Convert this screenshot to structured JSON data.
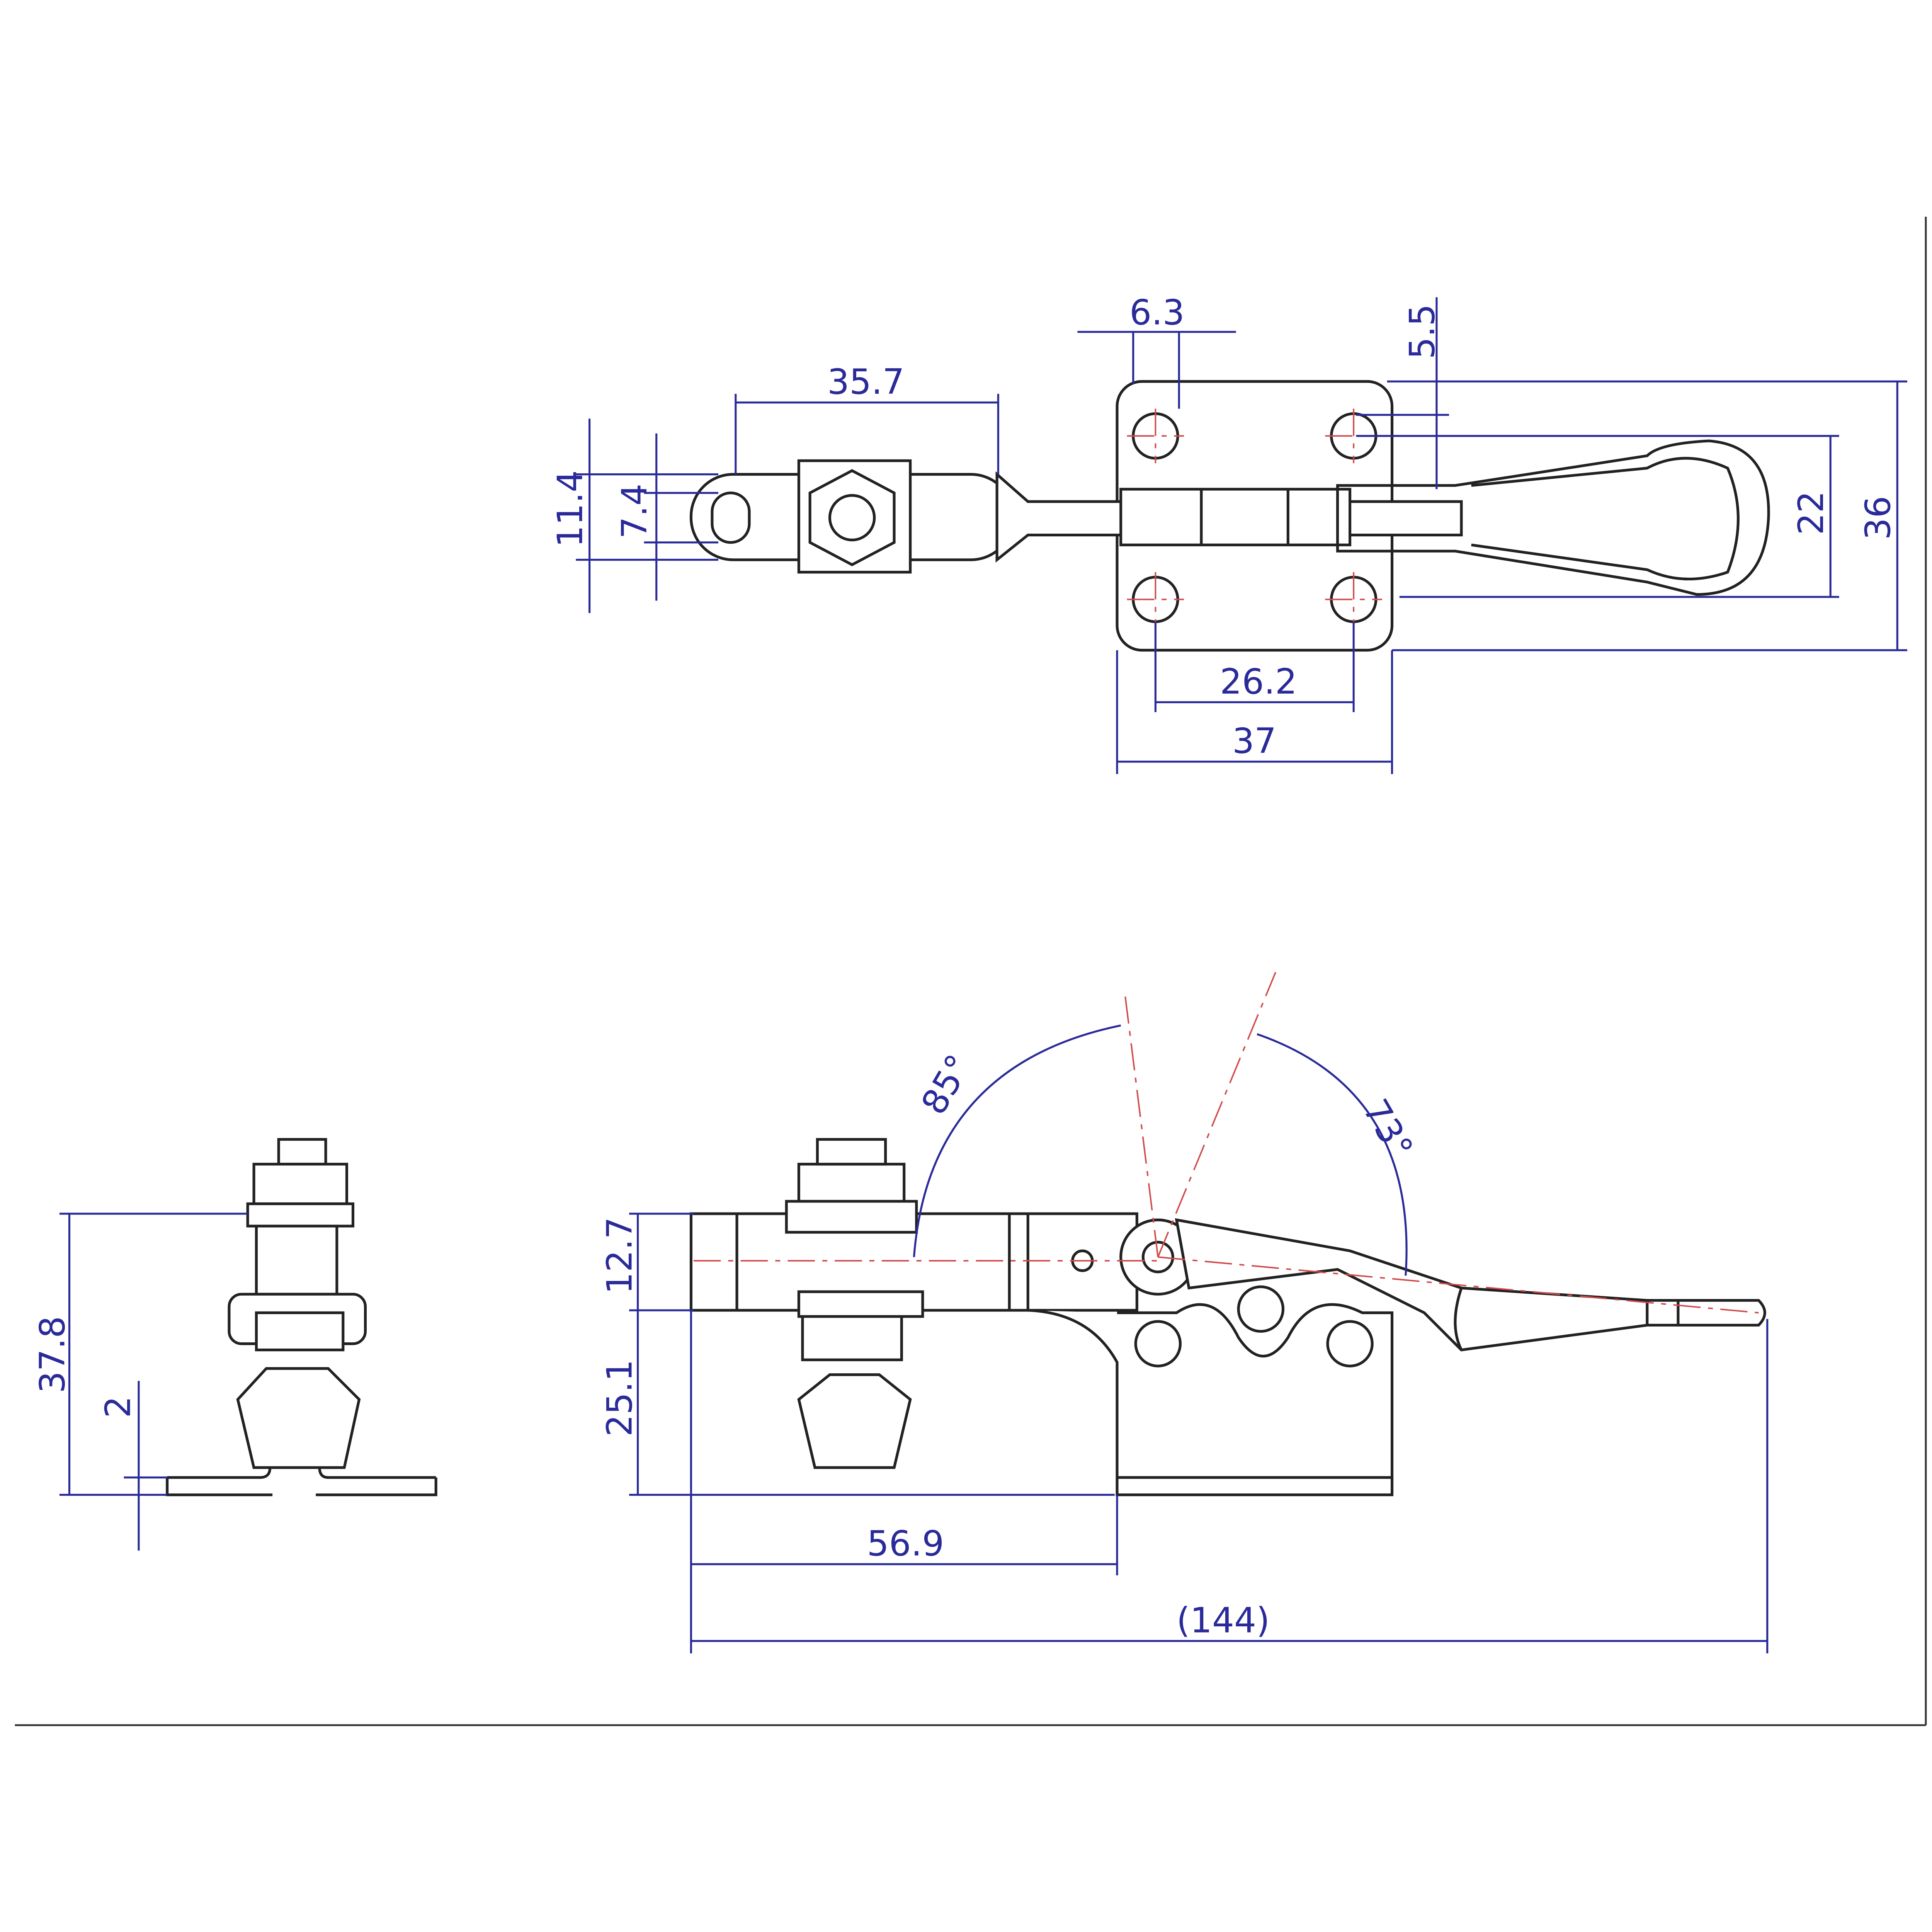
{
  "dimensions": {
    "top_view": {
      "hole_dia": "6.3",
      "edge_offset": "5.5",
      "slot_length": "35.7",
      "slot_outer_width": "11.4",
      "slot_inner_width": "7.4",
      "hole_spacing_vertical": "22",
      "plate_height": "36",
      "hole_spacing_horizontal": "26.2",
      "plate_width": "37"
    },
    "side_view": {
      "open_angle": "85°",
      "handle_angle": "73°",
      "bar_height": "12.7",
      "base_height": "25.1",
      "spindle_distance": "56.9",
      "overall_length": "(144)"
    },
    "end_view": {
      "total_height": "37.8",
      "base_thickness": "2"
    }
  },
  "colors": {
    "dimension": "#2a2a9a",
    "outline": "#222222",
    "centerline": "#d24a4a"
  }
}
